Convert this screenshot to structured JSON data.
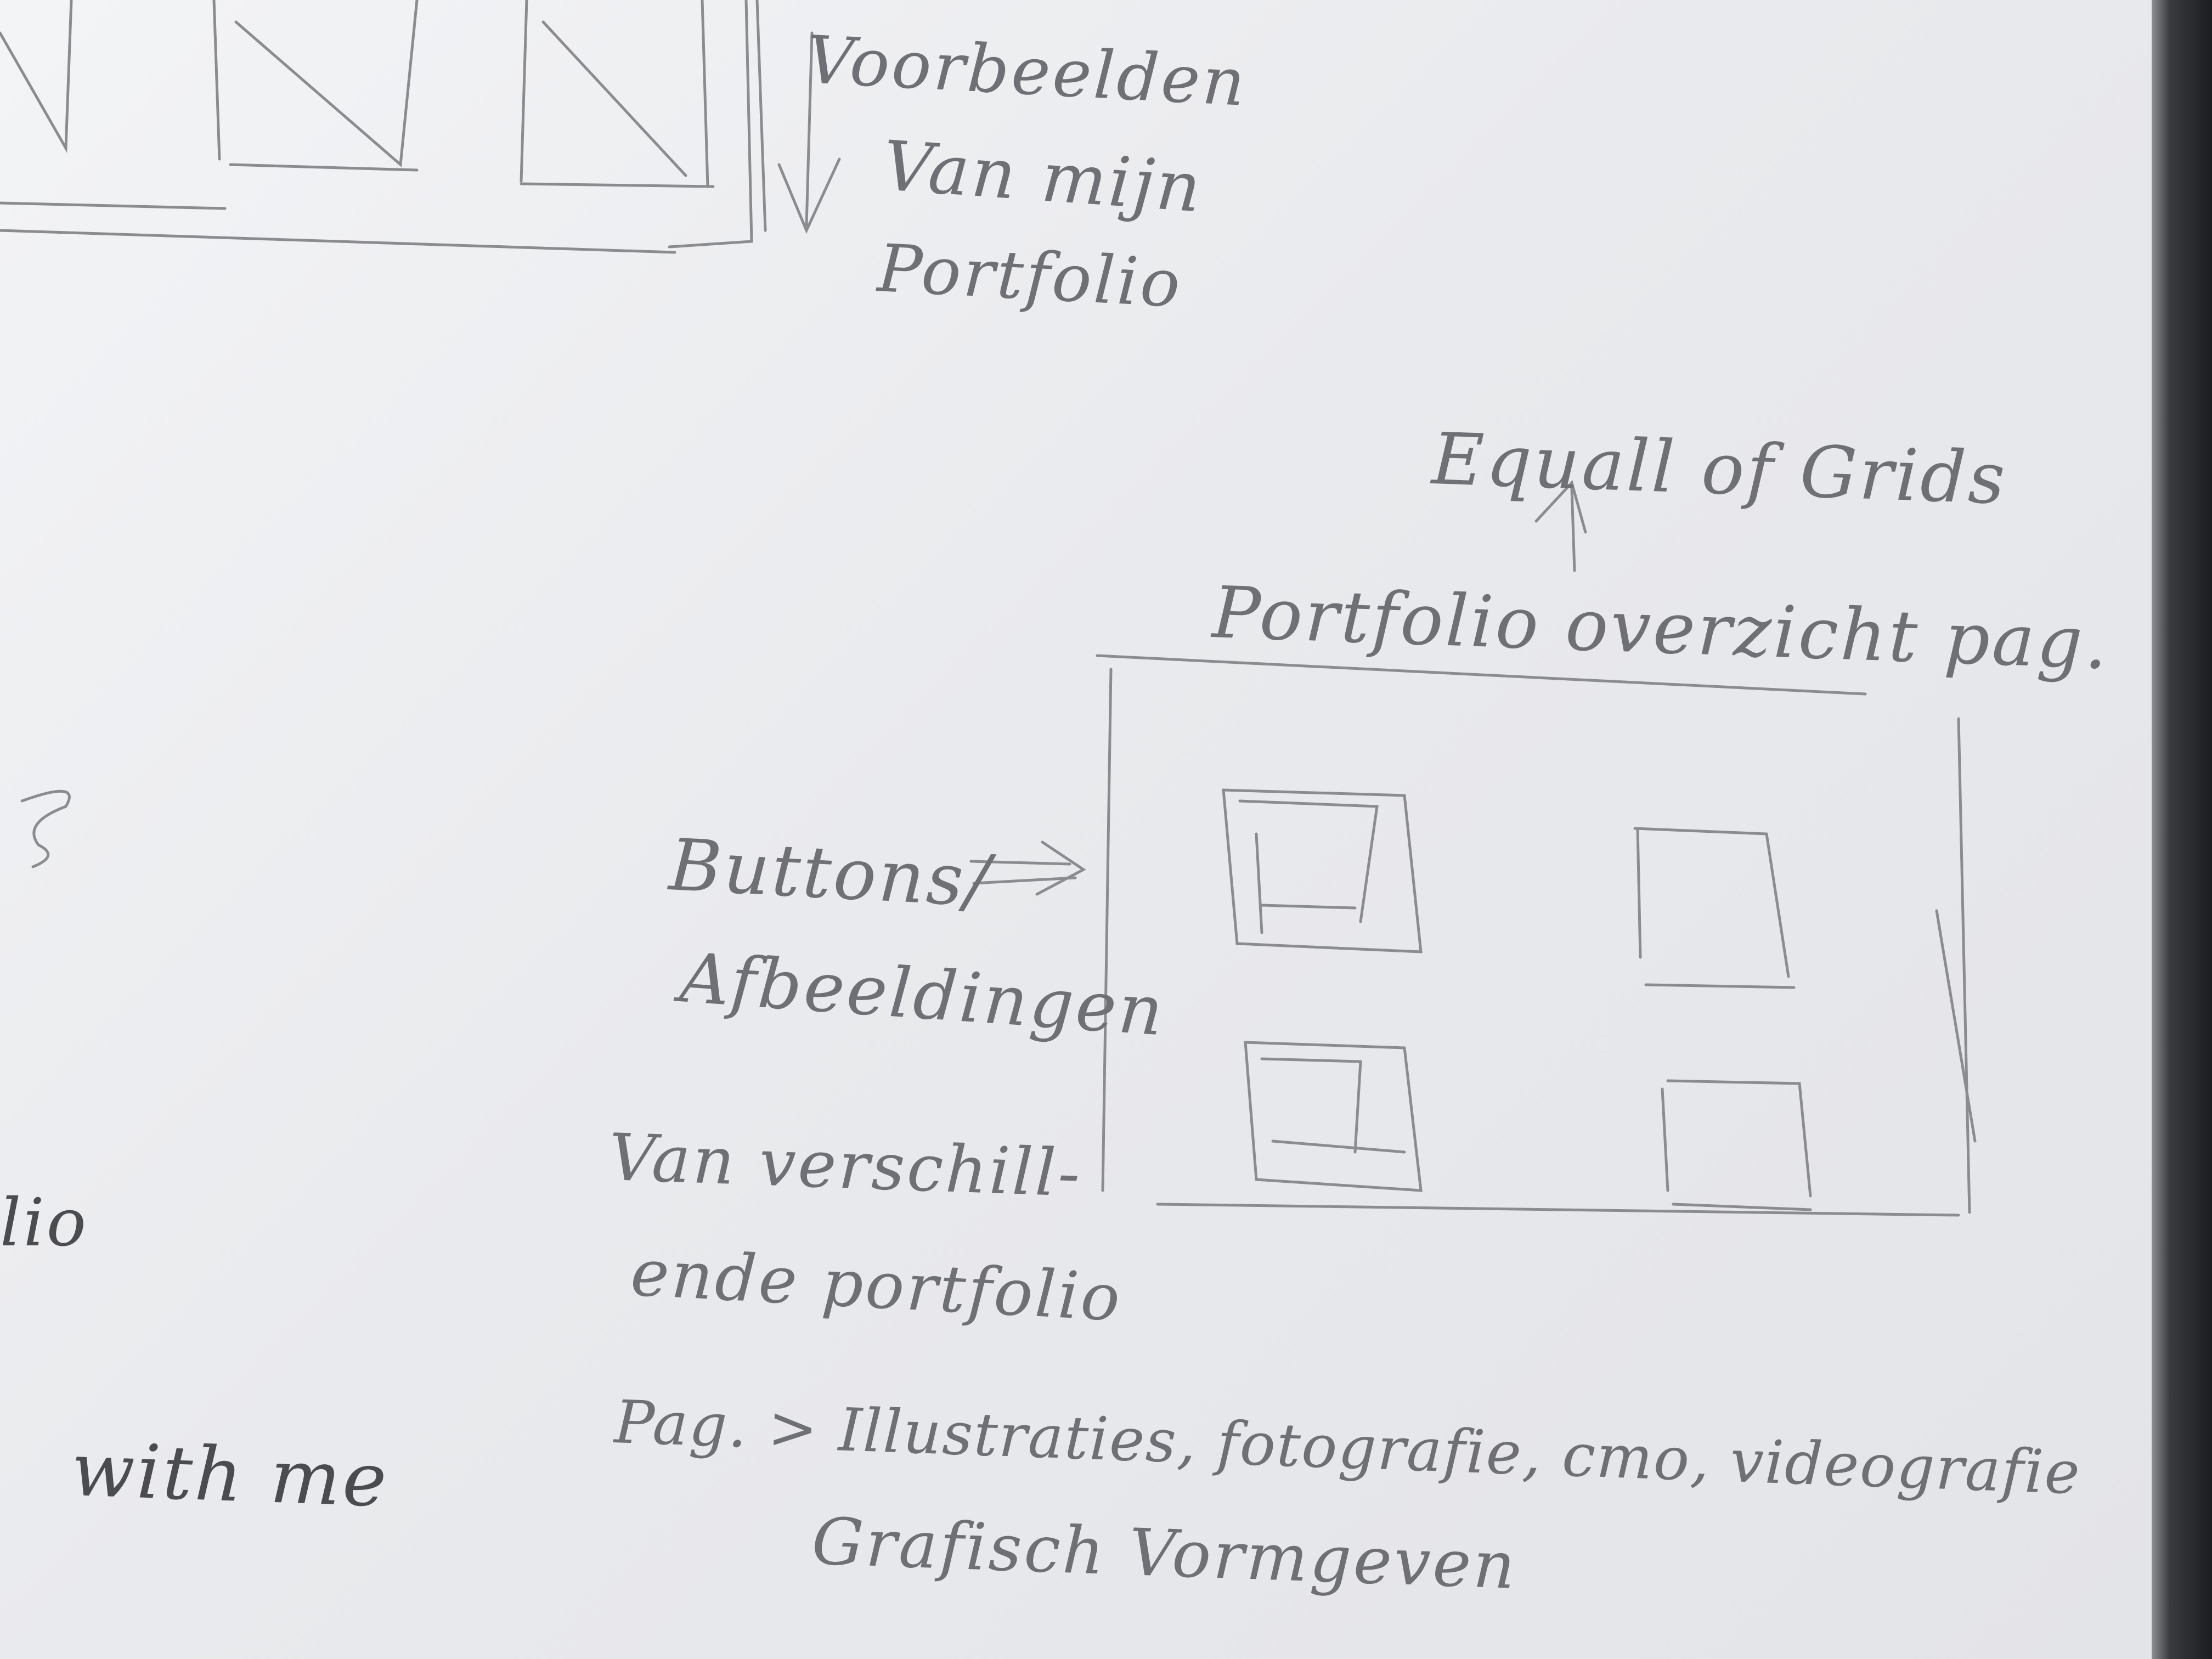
{
  "top_note": {
    "line1": "Voorbeelden",
    "line2": "Van mijn",
    "line3": "Portfolio"
  },
  "grid_note": "Equall of Grids",
  "page_title": "Portfolio overzicht pag.",
  "buttons_note": {
    "line1": "Buttons/",
    "line2": "Afbeeldingen",
    "line3": "Van verschill-",
    "line4": "ende portfolio"
  },
  "categories_note": {
    "line1": "Pag. > Illustraties, fotografie, cmo, videografie",
    "line2": "Grafisch Vormgeven"
  },
  "left_fragments": {
    "portfolio_tail": "lio",
    "with_me": "with me"
  }
}
